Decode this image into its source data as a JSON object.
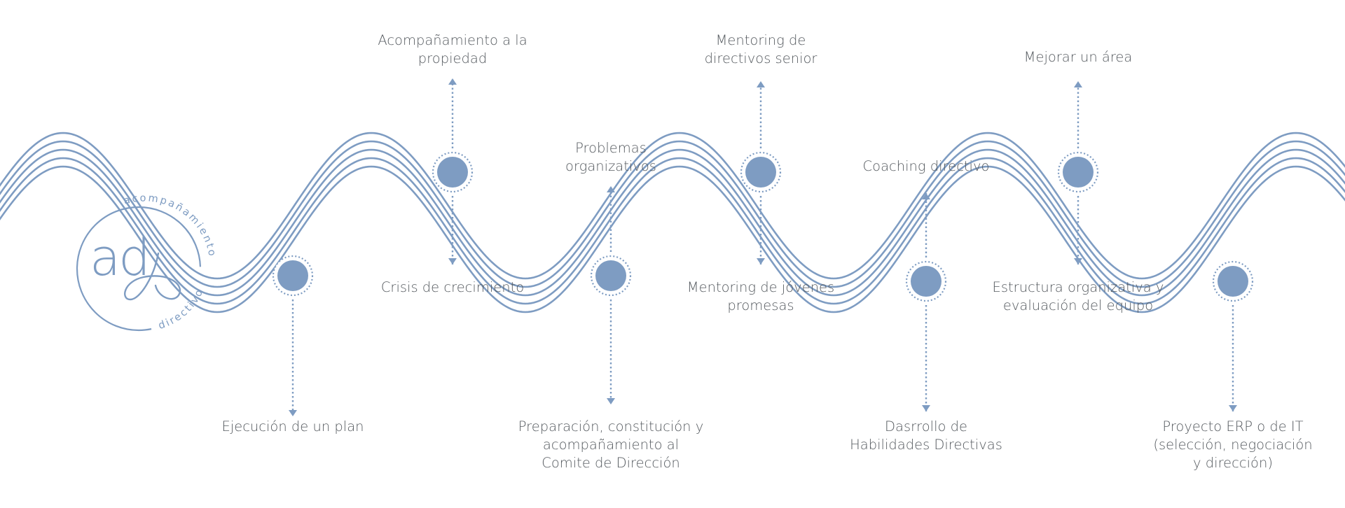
{
  "logo": {
    "initials": "ad",
    "arc_top": "acompañamiento",
    "arc_bottom": "directivo"
  },
  "colors": {
    "wave": "#7e9cc2",
    "node": "#7e9cc2",
    "text": "#555a5f"
  },
  "nodes": [
    {
      "id": "n1",
      "position": "low",
      "label": [
        "Ejecución de un plan"
      ]
    },
    {
      "id": "n2",
      "position": "high",
      "label": [
        "Acompañamiento a la",
        "propiedad"
      ],
      "label_below": [
        "Crisis de crecimiento"
      ]
    },
    {
      "id": "n3",
      "position": "low",
      "label_above": [
        "Problemas",
        "organizativos"
      ],
      "label": [
        "Preparación, constitución y",
        "acompañamiento al",
        "Comite de Dirección"
      ]
    },
    {
      "id": "n4",
      "position": "high",
      "label": [
        "Mentoring de",
        "directivos senior"
      ],
      "label_below": [
        "Mentoring de jóvenes",
        "promesas"
      ]
    },
    {
      "id": "n5",
      "position": "low",
      "label_above": [
        "Coaching directivo"
      ],
      "label": [
        "Dasrrollo de",
        "Habilidades Directivas"
      ]
    },
    {
      "id": "n6",
      "position": "high",
      "label": [
        "Mejorar un área"
      ],
      "label_below": [
        "Estructura organizativa y",
        "evaluación del equipo"
      ]
    },
    {
      "id": "n7",
      "position": "low",
      "label": [
        "Proyecto ERP o de IT",
        "(selección, negociación",
        "y dirección)"
      ]
    }
  ]
}
